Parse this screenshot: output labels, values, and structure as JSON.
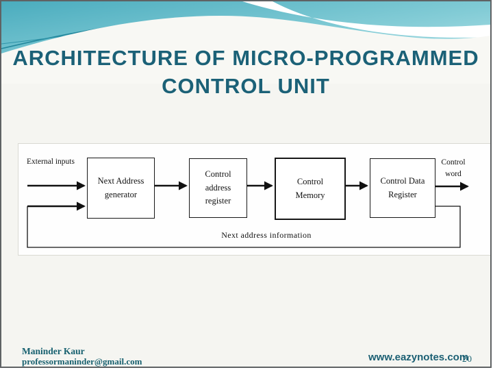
{
  "title": {
    "line1": "ARCHITECTURE OF MICRO-PROGRAMMED",
    "line2": "CONTROL UNIT"
  },
  "diagram": {
    "boxes": [
      {
        "name": "next-address-generator",
        "lines": [
          "Next Address",
          "generator"
        ]
      },
      {
        "name": "control-address-register",
        "lines": [
          "Control",
          "address",
          "register"
        ]
      },
      {
        "name": "control-memory",
        "lines": [
          "Control",
          "Memory"
        ]
      },
      {
        "name": "control-data-register",
        "lines": [
          "Control Data",
          "Register"
        ]
      }
    ],
    "labels": {
      "external_inputs": "External inputs",
      "control_word_line1": "Control",
      "control_word_line2": "word",
      "next_address_information": "Next address information"
    }
  },
  "footer": {
    "author": "Maninder Kaur",
    "email": "professormaninder@gmail.com",
    "website": "www.eazynotes.com",
    "page_number": "20"
  },
  "colors": {
    "title_text": "#1b6177",
    "footer_text": "#17606f",
    "wave_teal_dark": "#4aacbe",
    "wave_teal_light": "#bce6eb",
    "wave_accent_line": "#23879c",
    "slide_background": "#f5f5f1",
    "diagram_line": "#111111"
  }
}
